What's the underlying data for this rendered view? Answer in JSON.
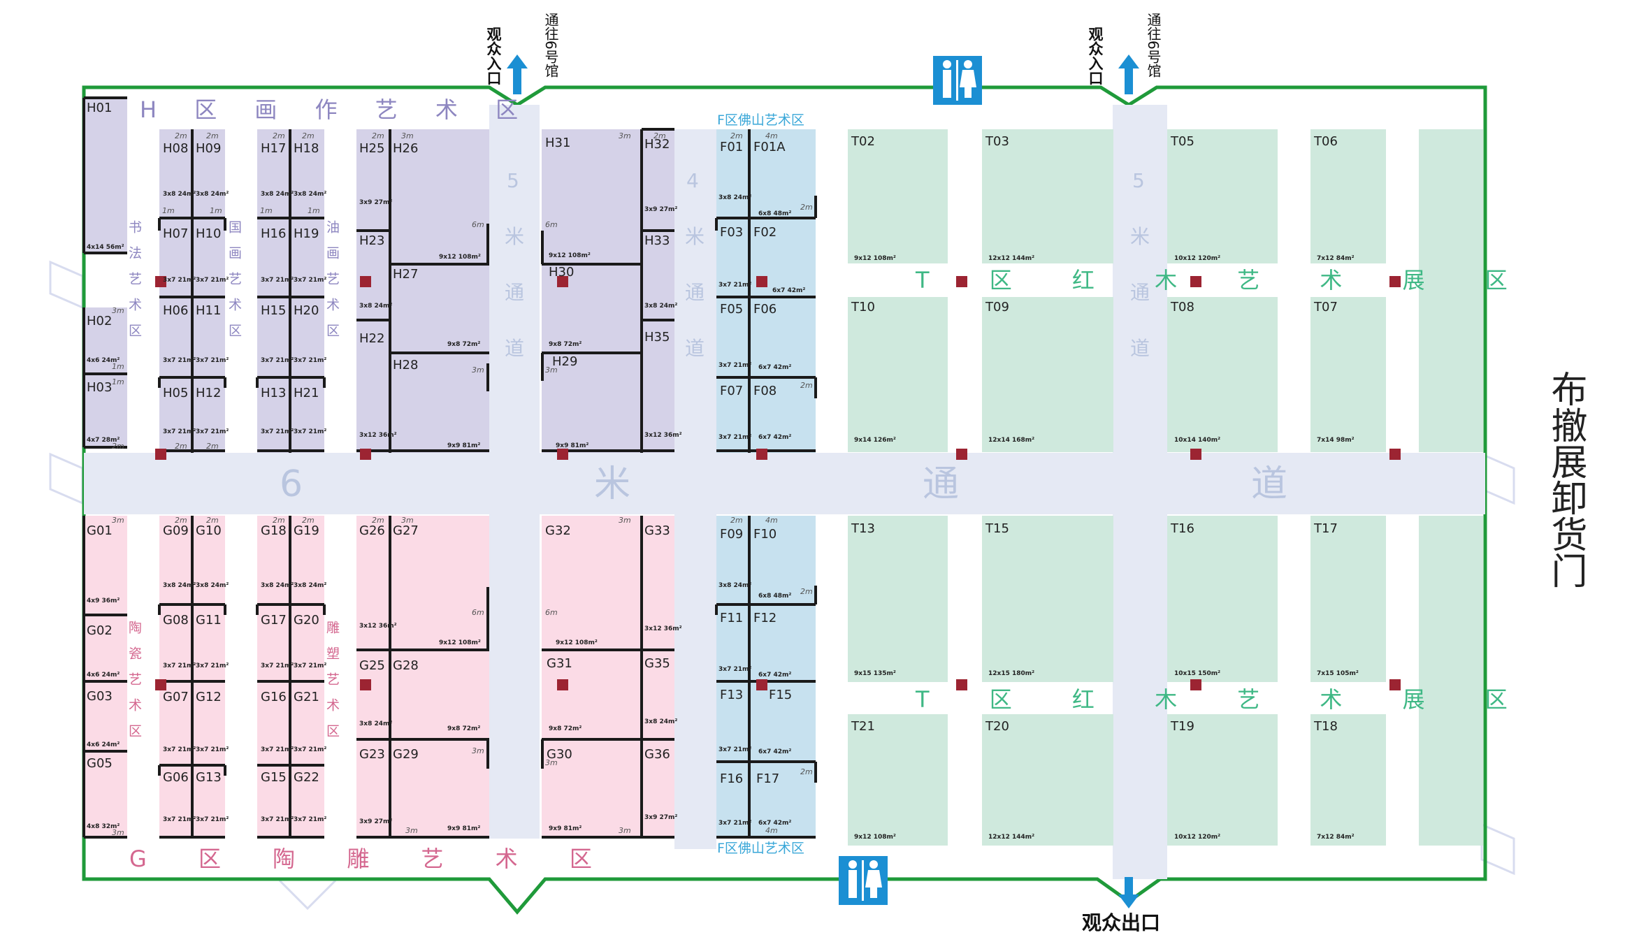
{
  "colors": {
    "h_zone": "#d5d2e8",
    "g_zone": "#fbdbe6",
    "f_zone": "#c7e1ef",
    "t_zone": "#cfe9dd",
    "aisle": "#e5e9f4",
    "wall": "#1f9a3a",
    "pillar": "#9c2432",
    "divider": "#1a1a1a",
    "h_text": "#8d86c0",
    "g_text": "#d4678f",
    "t_text": "#3fb885",
    "f_text": "#3aa7d8"
  },
  "zones": {
    "h_title": "H 区 画 作 艺 术 区",
    "g_title": "G 区 陶 雕 艺 术 区",
    "t_title_top": "T 区 红 木 艺 术 展 区",
    "t_title_bottom": "T 区 红 木 艺 术 展 区",
    "f_title_top": "F区佛山艺术区",
    "f_title_bottom": "F区佛山艺术区"
  },
  "sub_zones": {
    "shufa": "书法艺术区",
    "guohua": "国画艺术区",
    "youhua": "油画艺术区",
    "taoci": "陶瓷艺术区",
    "diaosu": "雕塑艺术区"
  },
  "aisles": {
    "main": [
      "6",
      "米",
      "通",
      "道"
    ],
    "v1": [
      "5",
      "米",
      "通",
      "道"
    ],
    "v2": [
      "4",
      "米",
      "通",
      "道"
    ],
    "v3": [
      "5",
      "米",
      "通",
      "道"
    ]
  },
  "entrances": {
    "entry_label": "观众入口",
    "to_hall": "通往6号馆",
    "exit_label": "观众出口",
    "side_gate": "布撤展卸货门"
  },
  "booths": {
    "H01": "H01",
    "H01s": "4x14 56m²",
    "H02": "H02",
    "H02s": "4x6 24m²",
    "H03": "H03",
    "H03s": "4x7 28m²",
    "H08": "H08",
    "H09": "H09",
    "H08s": "3x8 24m²",
    "H09s": "3x8 24m²",
    "H07": "H07",
    "H10": "H10",
    "H07s": "3x7 21m²",
    "H10s": "3x7 21m²",
    "H06": "H06",
    "H11": "H11",
    "H06s": "3x7 21m²",
    "H11s": "3x7 21m²",
    "H05": "H05",
    "H12": "H12",
    "H05s": "3x7 21m²",
    "H12s": "3x7 21m²",
    "H17": "H17",
    "H18": "H18",
    "H17s": "3x8 24m²",
    "H18s": "3x8 24m²",
    "H16": "H16",
    "H19": "H19",
    "H16s": "3x7 21m²",
    "H19s": "3x7 21m²",
    "H15": "H15",
    "H20": "H20",
    "H15s": "3x7 21m²",
    "H20s": "3x7 21m²",
    "H13": "H13",
    "H21": "H21",
    "H13s": "3x7 21m²",
    "H21s": "3x7 21m²",
    "H25": "H25",
    "H25s": "3x9 27m²",
    "H26": "H26",
    "H26s": "9x12 108m²",
    "H23": "H23",
    "H23s": "3x8 24m²",
    "H27": "H27",
    "H27s": "9x8 72m²",
    "H22": "H22",
    "H22s": "3x12 36m²",
    "H28": "H28",
    "H28s": "9x9 81m²",
    "H31": "H31",
    "H31s": "9x12 108m²",
    "H30": "H30",
    "H30s": "9x8 72m²",
    "H29": "H29",
    "H29s": "9x9 81m²",
    "H32": "H32",
    "H32s": "3x9 27m²",
    "H33": "H33",
    "H33s": "3x8 24m²",
    "H35": "H35",
    "H35s": "3x12 36m²",
    "F01": "F01",
    "F01s": "3x8 24m²",
    "F01A": "F01A",
    "F01As": "6x8 48m²",
    "F03": "F03",
    "F03s": "3x7 21m²",
    "F02": "F02",
    "F02s": "6x7 42m²",
    "F05": "F05",
    "F05s": "3x7 21m²",
    "F06": "F06",
    "F06s": "6x7 42m²",
    "F07": "F07",
    "F07s": "3x7 21m²",
    "F08": "F08",
    "F08s": "6x7 42m²",
    "T02": "T02",
    "T02s": "9x12 108m²",
    "T03": "T03",
    "T03s": "12x12 144m²",
    "T05": "T05",
    "T05s": "10x12 120m²",
    "T06": "T06",
    "T06s": "7x12 84m²",
    "T10": "T10",
    "T10s": "9x14 126m²",
    "T09": "T09",
    "T09s": "12x14 168m²",
    "T08": "T08",
    "T08s": "10x14 140m²",
    "T07": "T07",
    "T07s": "7x14 98m²",
    "G01": "G01",
    "G01s": "4x9 36m²",
    "G02": "G02",
    "G02s": "4x6 24m²",
    "G03": "G03",
    "G03s": "4x6 24m²",
    "G05": "G05",
    "G05s": "4x8 32m²",
    "G09": "G09",
    "G10": "G10",
    "G09s": "3x8 24m²",
    "G10s": "3x8 24m²",
    "G08": "G08",
    "G11": "G11",
    "G08s": "3x7 21m²",
    "G11s": "3x7 21m²",
    "G07": "G07",
    "G12": "G12",
    "G07s": "3x7 21m²",
    "G12s": "3x7 21m²",
    "G06": "G06",
    "G13": "G13",
    "G06s": "3x7 21m²",
    "G13s": "3x7 21m²",
    "G18": "G18",
    "G19": "G19",
    "G18s": "3x8 24m²",
    "G19s": "3x8 24m²",
    "G17": "G17",
    "G20": "G20",
    "G17s": "3x7 21m²",
    "G20s": "3x7 21m²",
    "G16": "G16",
    "G21": "G21",
    "G16s": "3x7 21m²",
    "G21s": "3x7 21m²",
    "G15": "G15",
    "G22": "G22",
    "G15s": "3x7 21m²",
    "G22s": "3x7 21m²",
    "G26": "G26",
    "G26s": "3x12 36m²",
    "G27": "G27",
    "G27s": "9x12 108m²",
    "G25": "G25",
    "G25s": "3x8 24m²",
    "G28": "G28",
    "G28s": "9x8 72m²",
    "G23": "G23",
    "G23s": "3x9 27m²",
    "G29": "G29",
    "G29s": "9x9 81m²",
    "G32": "G32",
    "G32s": "9x12 108m²",
    "G31": "G31",
    "G31s": "9x8 72m²",
    "G30": "G30",
    "G30s": "9x9 81m²",
    "G33": "G33",
    "G33s": "3x12 36m²",
    "G35": "G35",
    "G35s": "3x8 24m²",
    "G36": "G36",
    "G36s": "3x9 27m²",
    "F09": "F09",
    "F09s": "3x8 24m²",
    "F10": "F10",
    "F10s": "6x8 48m²",
    "F11": "F11",
    "F11s": "3x7 21m²",
    "F12": "F12",
    "F12s": "6x7 42m²",
    "F13": "F13",
    "F13s": "3x7 21m²",
    "F15": "F15",
    "F15s": "6x7 42m²",
    "F16": "F16",
    "F16s": "3x7 21m²",
    "F17": "F17",
    "F17s": "6x7 42m²",
    "T13": "T13",
    "T13s": "9x15 135m²",
    "T15": "T15",
    "T15s": "12x15 180m²",
    "T16": "T16",
    "T16s": "10x15 150m²",
    "T17": "T17",
    "T17s": "7x15 105m²",
    "T21": "T21",
    "T21s": "9x12 108m²",
    "T20": "T20",
    "T20s": "12x12 144m²",
    "T19": "T19",
    "T19s": "10x12 120m²",
    "T18": "T18",
    "T18s": "7x12 84m²"
  },
  "dims": {
    "m1": "1m",
    "m2": "2m",
    "m3": "3m",
    "m4": "4m",
    "m6": "6m"
  },
  "icons": {
    "restroom": "restroom-icon",
    "arrow_up": "arrow-up-icon",
    "arrow_down": "arrow-down-icon",
    "pillar": "pillar-icon"
  }
}
